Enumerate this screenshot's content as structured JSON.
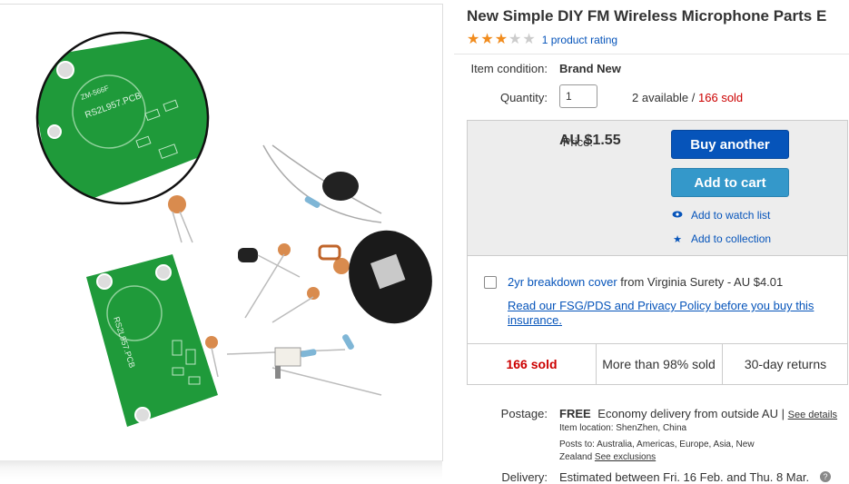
{
  "product": {
    "title": "New Simple DIY FM Wireless Microphone Parts E",
    "rating_stars_filled": 3,
    "rating_stars_total": 5,
    "rating_link": "1 product rating"
  },
  "condition": {
    "label": "Item condition:",
    "value": "Brand New"
  },
  "quantity": {
    "label": "Quantity:",
    "value": "1",
    "available": "2 available /",
    "sold": "166 sold"
  },
  "price": {
    "label": "Price:",
    "value": "AU $1.55",
    "buy_button": "Buy another",
    "cart_button": "Add to cart",
    "watch_link": "Add to watch list",
    "collection_link": "Add to collection"
  },
  "protection": {
    "plan_link": "2yr breakdown cover",
    "plan_rest": "from Virginia Surety - AU $4.01",
    "fsg_link": "Read our FSG/PDS and Privacy Policy before you buy this insurance."
  },
  "stats": {
    "sold": "166 sold",
    "percent_sold": "More than 98% sold",
    "returns": "30-day returns"
  },
  "postage": {
    "label": "Postage:",
    "free": "FREE",
    "service": "Economy delivery from outside AU |",
    "details_link": "See details",
    "location": "Item location:  ShenZhen, China",
    "posts_to": "Posts to:  Australia, Americas, Europe, Asia, New Zealand",
    "exclusions_link": "See exclusions"
  },
  "delivery": {
    "label": "Delivery:",
    "value": "Estimated between Fri. 16 Feb. and Thu. 8 Mar."
  },
  "icons": {
    "star": "star-icon",
    "eye": "eye-icon",
    "collection": "star-small-icon",
    "help": "help-icon"
  },
  "colors": {
    "link": "#0654ba",
    "buy_button": "#0654ba",
    "cart_button": "#3498ca",
    "sold_red": "#c00",
    "star_on": "#f18c1e",
    "pcb_green": "#1f9a3a"
  }
}
